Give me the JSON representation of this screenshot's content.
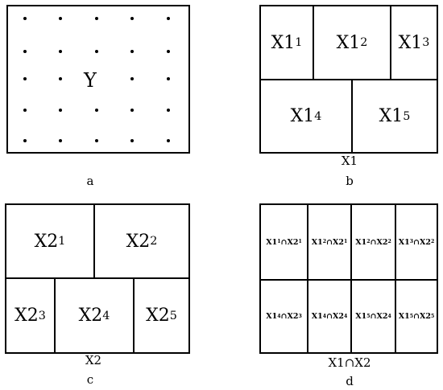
{
  "panel_a": {
    "label": "Y",
    "caption": "a"
  },
  "panel_b": {
    "cells": [
      {
        "main": "X1",
        "sub": "1"
      },
      {
        "main": "X1",
        "sub": "2"
      },
      {
        "main": "X1",
        "sub": "3"
      },
      {
        "main": "X1",
        "sub": "4"
      },
      {
        "main": "X1",
        "sub": "5"
      }
    ],
    "title": "X1",
    "caption": "b"
  },
  "panel_c": {
    "cells": [
      {
        "main": "X2",
        "sub": "1"
      },
      {
        "main": "X2",
        "sub": "2"
      },
      {
        "main": "X2",
        "sub": "3"
      },
      {
        "main": "X2",
        "sub": "4"
      },
      {
        "main": "X2",
        "sub": "5"
      }
    ],
    "title": "X2",
    "caption": "c"
  },
  "panel_d": {
    "cells": [
      {
        "a": "X1",
        "as": "1",
        "op": "∩",
        "b": "X2",
        "bs": "1"
      },
      {
        "a": "X1",
        "as": "2",
        "op": "∩",
        "b": "X2",
        "bs": "1"
      },
      {
        "a": "X1",
        "as": "2",
        "op": "∩",
        "b": "X2",
        "bs": "2"
      },
      {
        "a": "X1",
        "as": "3",
        "op": "∩",
        "b": "X2",
        "bs": "2"
      },
      {
        "a": "X1",
        "as": "4",
        "op": "∩",
        "b": "X2",
        "bs": "3"
      },
      {
        "a": "X1",
        "as": "4",
        "op": "∩",
        "b": "X2",
        "bs": "4"
      },
      {
        "a": "X1",
        "as": "5",
        "op": "∩",
        "b": "X2",
        "bs": "4"
      },
      {
        "a": "X1",
        "as": "5",
        "op": "∩",
        "b": "X2",
        "bs": "5"
      }
    ],
    "title": "X1∩X2",
    "caption": "d"
  }
}
